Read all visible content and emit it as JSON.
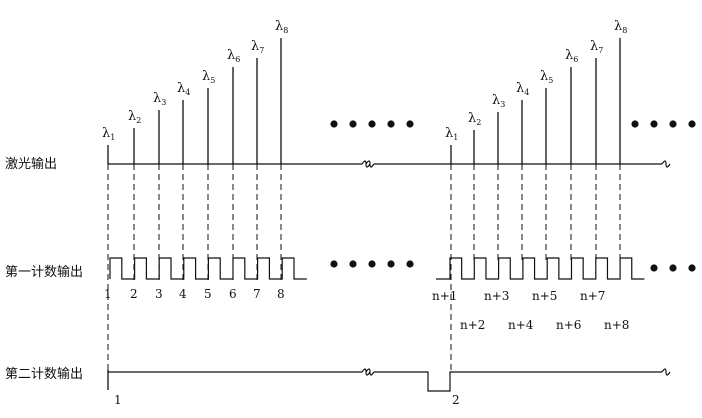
{
  "rows": {
    "laser_output": "激光输出",
    "counter1_output": "第一计数输出",
    "counter2_output": "第二计数输出"
  },
  "group1": {
    "wavelengths": [
      {
        "sym": "λ",
        "sub": "1"
      },
      {
        "sym": "λ",
        "sub": "2"
      },
      {
        "sym": "λ",
        "sub": "3"
      },
      {
        "sym": "λ",
        "sub": "4"
      },
      {
        "sym": "λ",
        "sub": "5"
      },
      {
        "sym": "λ",
        "sub": "6"
      },
      {
        "sym": "λ",
        "sub": "7"
      },
      {
        "sym": "λ",
        "sub": "8"
      }
    ],
    "counts": [
      "1",
      "2",
      "3",
      "4",
      "5",
      "6",
      "7",
      "8"
    ]
  },
  "group2": {
    "wavelengths": [
      {
        "sym": "λ",
        "sub": "1"
      },
      {
        "sym": "λ",
        "sub": "2"
      },
      {
        "sym": "λ",
        "sub": "3"
      },
      {
        "sym": "λ",
        "sub": "4"
      },
      {
        "sym": "λ",
        "sub": "5"
      },
      {
        "sym": "λ",
        "sub": "6"
      },
      {
        "sym": "λ",
        "sub": "7"
      },
      {
        "sym": "λ",
        "sub": "8"
      }
    ],
    "counts_top": [
      "n+1",
      "n+3",
      "n+5",
      "n+7"
    ],
    "counts_bottom": [
      "n+2",
      "n+4",
      "n+6",
      "n+8"
    ]
  },
  "counter2_labels": [
    "1",
    "2"
  ]
}
